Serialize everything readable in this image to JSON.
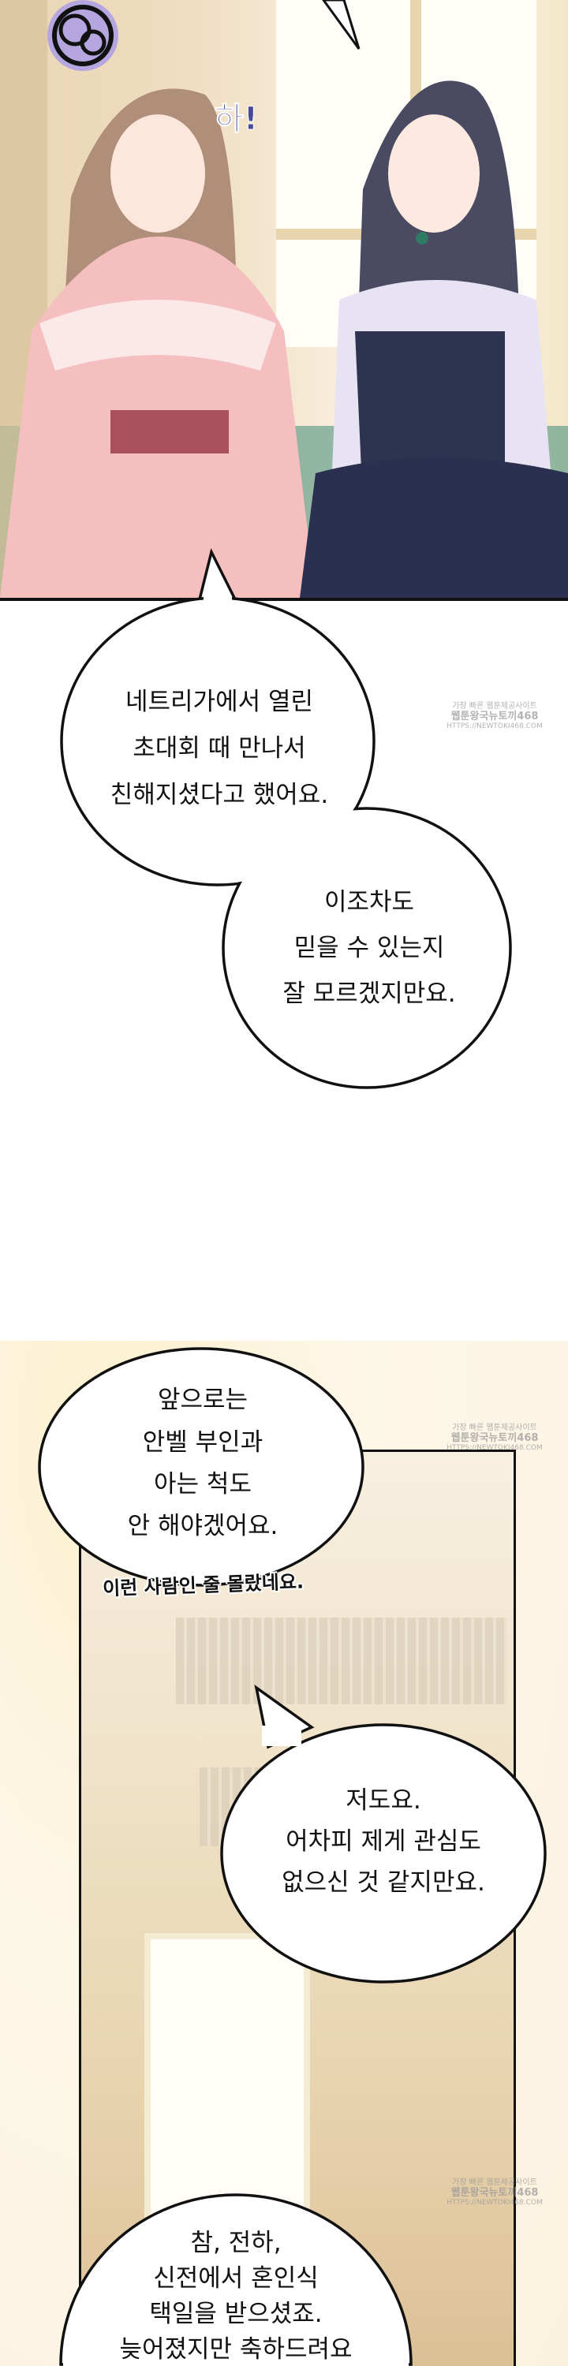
{
  "panel1": {
    "sfx": "하!"
  },
  "bubbles": [
    {
      "lines": [
        "네트리가에서 열린",
        "초대회 때 만나서",
        "친해지셨다고 했어요."
      ]
    },
    {
      "lines": [
        "이조차도",
        "믿을 수 있는지",
        "잘 모르겠지만요."
      ]
    },
    {
      "lines": [
        "앞으로는",
        "안벨 부인과",
        "아는 척도",
        "안 해야겠어요."
      ],
      "aside": "이런 사람인 줄 몰랐네요."
    },
    {
      "lines": [
        "저도요.",
        "어차피 제게 관심도",
        "없으신 것 같지만요."
      ]
    },
    {
      "lines": [
        "참, 전하,",
        "신전에서 혼인식",
        "택일을 받으셨죠.",
        "늦어졌지만 축하드려요"
      ]
    }
  ],
  "watermark": {
    "line1": "가장 빠른 웹툰제공사이트",
    "line2": "웹툰왕국뉴토끼468",
    "line3": "HTTPS://NEWTOKI468.COM"
  },
  "colors": {
    "sfx": "#4a4a9a",
    "outline": "#111111"
  }
}
